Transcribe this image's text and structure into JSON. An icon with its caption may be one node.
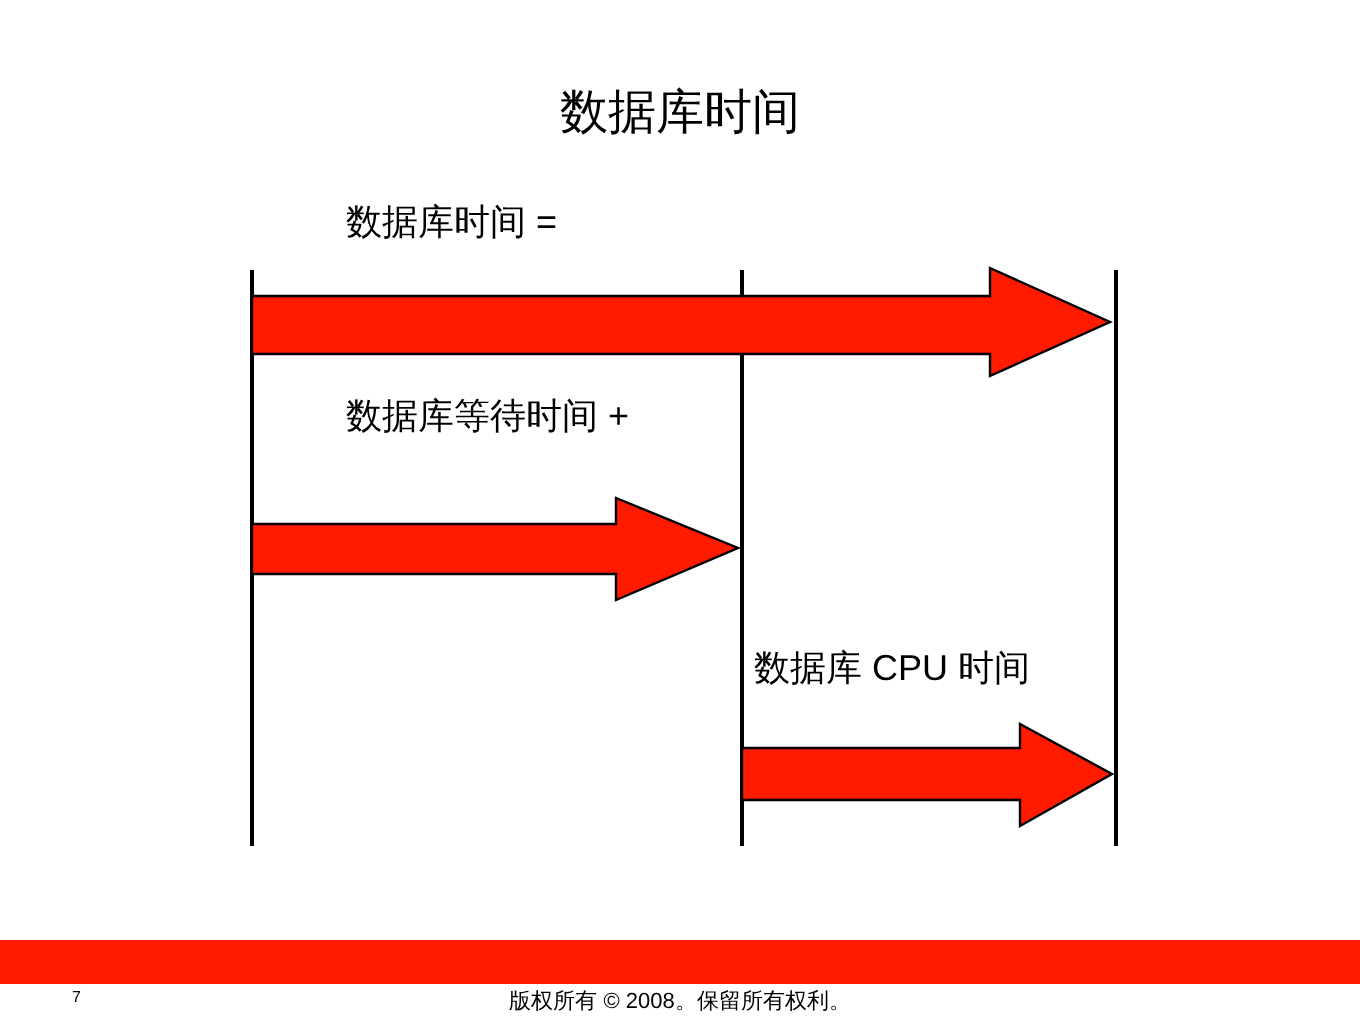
{
  "diagram": {
    "title": "数据库时间",
    "labels": [
      "数据库时间 =",
      "数据库等待时间 +",
      "数据库 CPU 时间",
      "7",
      "版权所有 © 2008。保留所有权利。"
    ]
  }
}
